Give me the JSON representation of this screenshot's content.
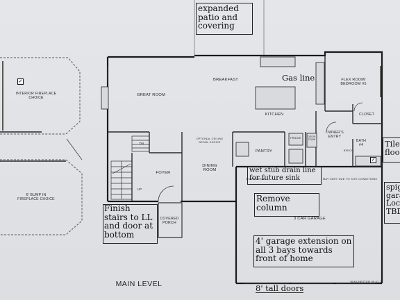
{
  "notes": {
    "patio": "expanded patio and covering",
    "gas_line": "Gas line",
    "tile_floor": "Tile floo",
    "spigot": "spig gara Loc TBD",
    "drain": "wet stub drain line for future sink",
    "remove_column": "Remove column",
    "finish_stairs": "Finish stairs to LL and door at bottom",
    "garage_extension": "4' garage extension on all 3 bays towards front of home",
    "tall_doors": "8' tall doors"
  },
  "rooms": {
    "interior_fireplace": "INTERIOR FIREPLACE CHOICE",
    "bump_fireplace": "6' BUMP IN FIREPLACE CHOICE",
    "great_room": "GREAT ROOM",
    "breakfast": "BREAKFAST",
    "kitchen": "KITCHEN",
    "flex_room": "FLEX ROOM/ BEDROOM #5",
    "closet": "CLOSET",
    "owners_entry": "OWNER'S ENTRY",
    "bath": "BATH #4",
    "pantry": "PANTRY",
    "foyer": "FOYER",
    "dining_room": "DINING ROOM",
    "covered_porch": "COVERED PORCH",
    "garage": "3 CAR GARAGE",
    "dn": "DN",
    "up": "UP",
    "fridge": "FRIDGE",
    "bench": "BENCH",
    "drop_zone": "DROP ZONE",
    "optional_ceiling": "OPTIONAL CEILING DETAIL CHOICE",
    "steps_from": "STEPS FROM",
    "may_vary": "MAY VARY DUE TO SITE CONDITIONS"
  },
  "footer": {
    "main_level": "MAIN LEVEL",
    "plan_name": "WINCHESTER 09.01.21"
  },
  "checkboxes": [
    {
      "name": "interior-fireplace-checkbox",
      "checked": true
    },
    {
      "name": "bath-option-checkbox",
      "checked": true
    }
  ]
}
